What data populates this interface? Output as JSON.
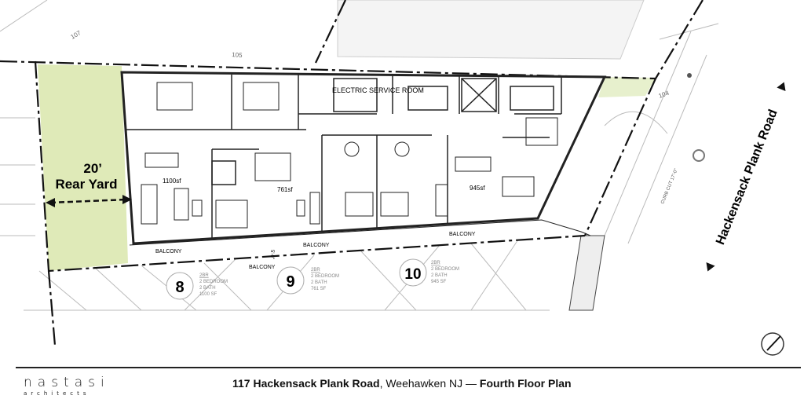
{
  "plan": {
    "rear_yard": {
      "dimension": "20’",
      "label": "Rear Yard"
    },
    "street": {
      "label": "Hackensack Plank Road"
    },
    "rooms": {
      "electric": "ELECTRIC SERVICE ROOM"
    },
    "areas": [
      "1100sf",
      "761sf",
      "945sf"
    ],
    "balconies": [
      "BALCONY",
      "BALCONY",
      "BALCONY",
      "BALCONY"
    ],
    "dimension_note": "5'-0\"",
    "curb_cut": "CURB CUT 17'-0\"",
    "contours": [
      "105",
      "104",
      "107"
    ],
    "units": [
      {
        "number": "8",
        "type": "2BR",
        "bed": "2 BEDROOM",
        "bath": "2 BATH",
        "area": "1100 SF"
      },
      {
        "number": "9",
        "type": "2BR",
        "bed": "2 BEDROOM",
        "bath": "2 BATH",
        "area": "761 SF"
      },
      {
        "number": "10",
        "type": "2BR",
        "bed": "2 BEDROOM",
        "bath": "2 BATH",
        "area": "945 SF"
      }
    ],
    "colors": {
      "yard": "#dfeab8",
      "line": "#222222"
    }
  },
  "footer": {
    "logo_main": "nastasi",
    "logo_sub": "architects",
    "address": "117 Hackensack Plank Road",
    "city": ", Weehawken NJ — ",
    "sheet": "Fourth Floor Plan"
  }
}
